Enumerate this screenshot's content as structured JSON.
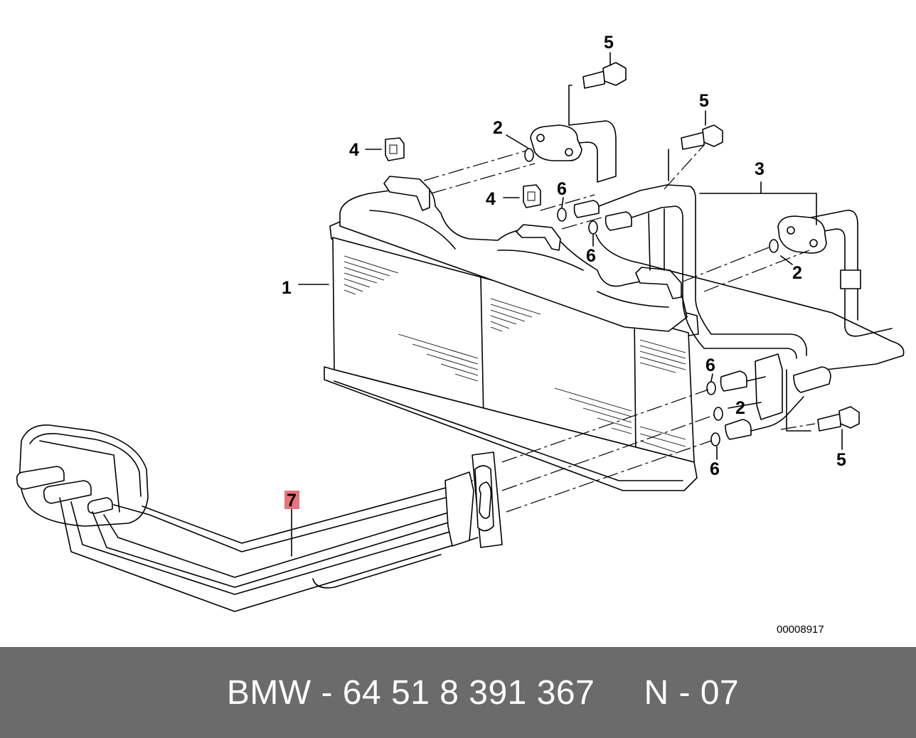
{
  "diagram": {
    "callouts": {
      "c1": "1",
      "c2_top": "2",
      "c2_right": "2",
      "c2_lower": "2",
      "c3": "3",
      "c4_left": "4",
      "c4_mid": "4",
      "c5_top": "5",
      "c5_mid": "5",
      "c5_bottom": "5",
      "c6_top": "6",
      "c6_mid": "6",
      "c6_right_top": "6",
      "c6_right_bottom": "6",
      "c7": "7"
    },
    "highlighted_callout": "7",
    "highlight_color": "#e8737a",
    "drawing_number": "00008917"
  },
  "footer": {
    "text": "BMW - 64 51 8 391 367     N - 07",
    "background": "#6b6b6b",
    "text_color": "#ffffff"
  }
}
